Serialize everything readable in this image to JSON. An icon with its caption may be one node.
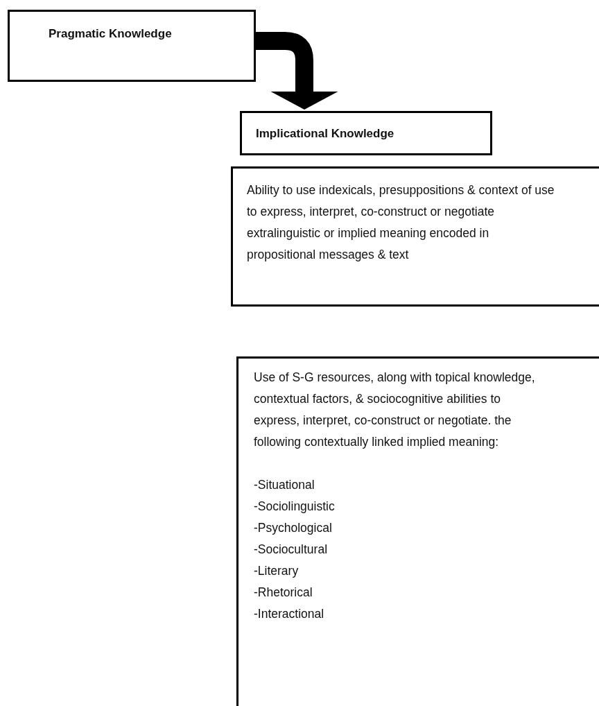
{
  "diagram": {
    "nodes": [
      {
        "text": [
          "Pragmatic Knowledge"
        ]
      },
      {
        "text": [
          "Implicational Knowledge"
        ]
      },
      {
        "text": [
          "Ability to use indexicals, presuppositions & context of use to express, interpret, co-construct or negotiate extralinguistic or implied meaning encoded in propositional messages & text"
        ]
      },
      {
        "text": [
          "Use of S-G resources, along with topical knowledge, contextual factors, & sociocognitive abilities to express, interpret, co-construct or negotiate. the following contextually linked implied meaning:",
          "-Situational",
          "-Sociolinguistic",
          "-Psychological",
          "-Sociocultural",
          "-Literary",
          "-Rhetorical",
          "-Interactional"
        ]
      }
    ],
    "edges": [
      {
        "from": 0,
        "to": 1,
        "arrow": "to"
      }
    ]
  }
}
